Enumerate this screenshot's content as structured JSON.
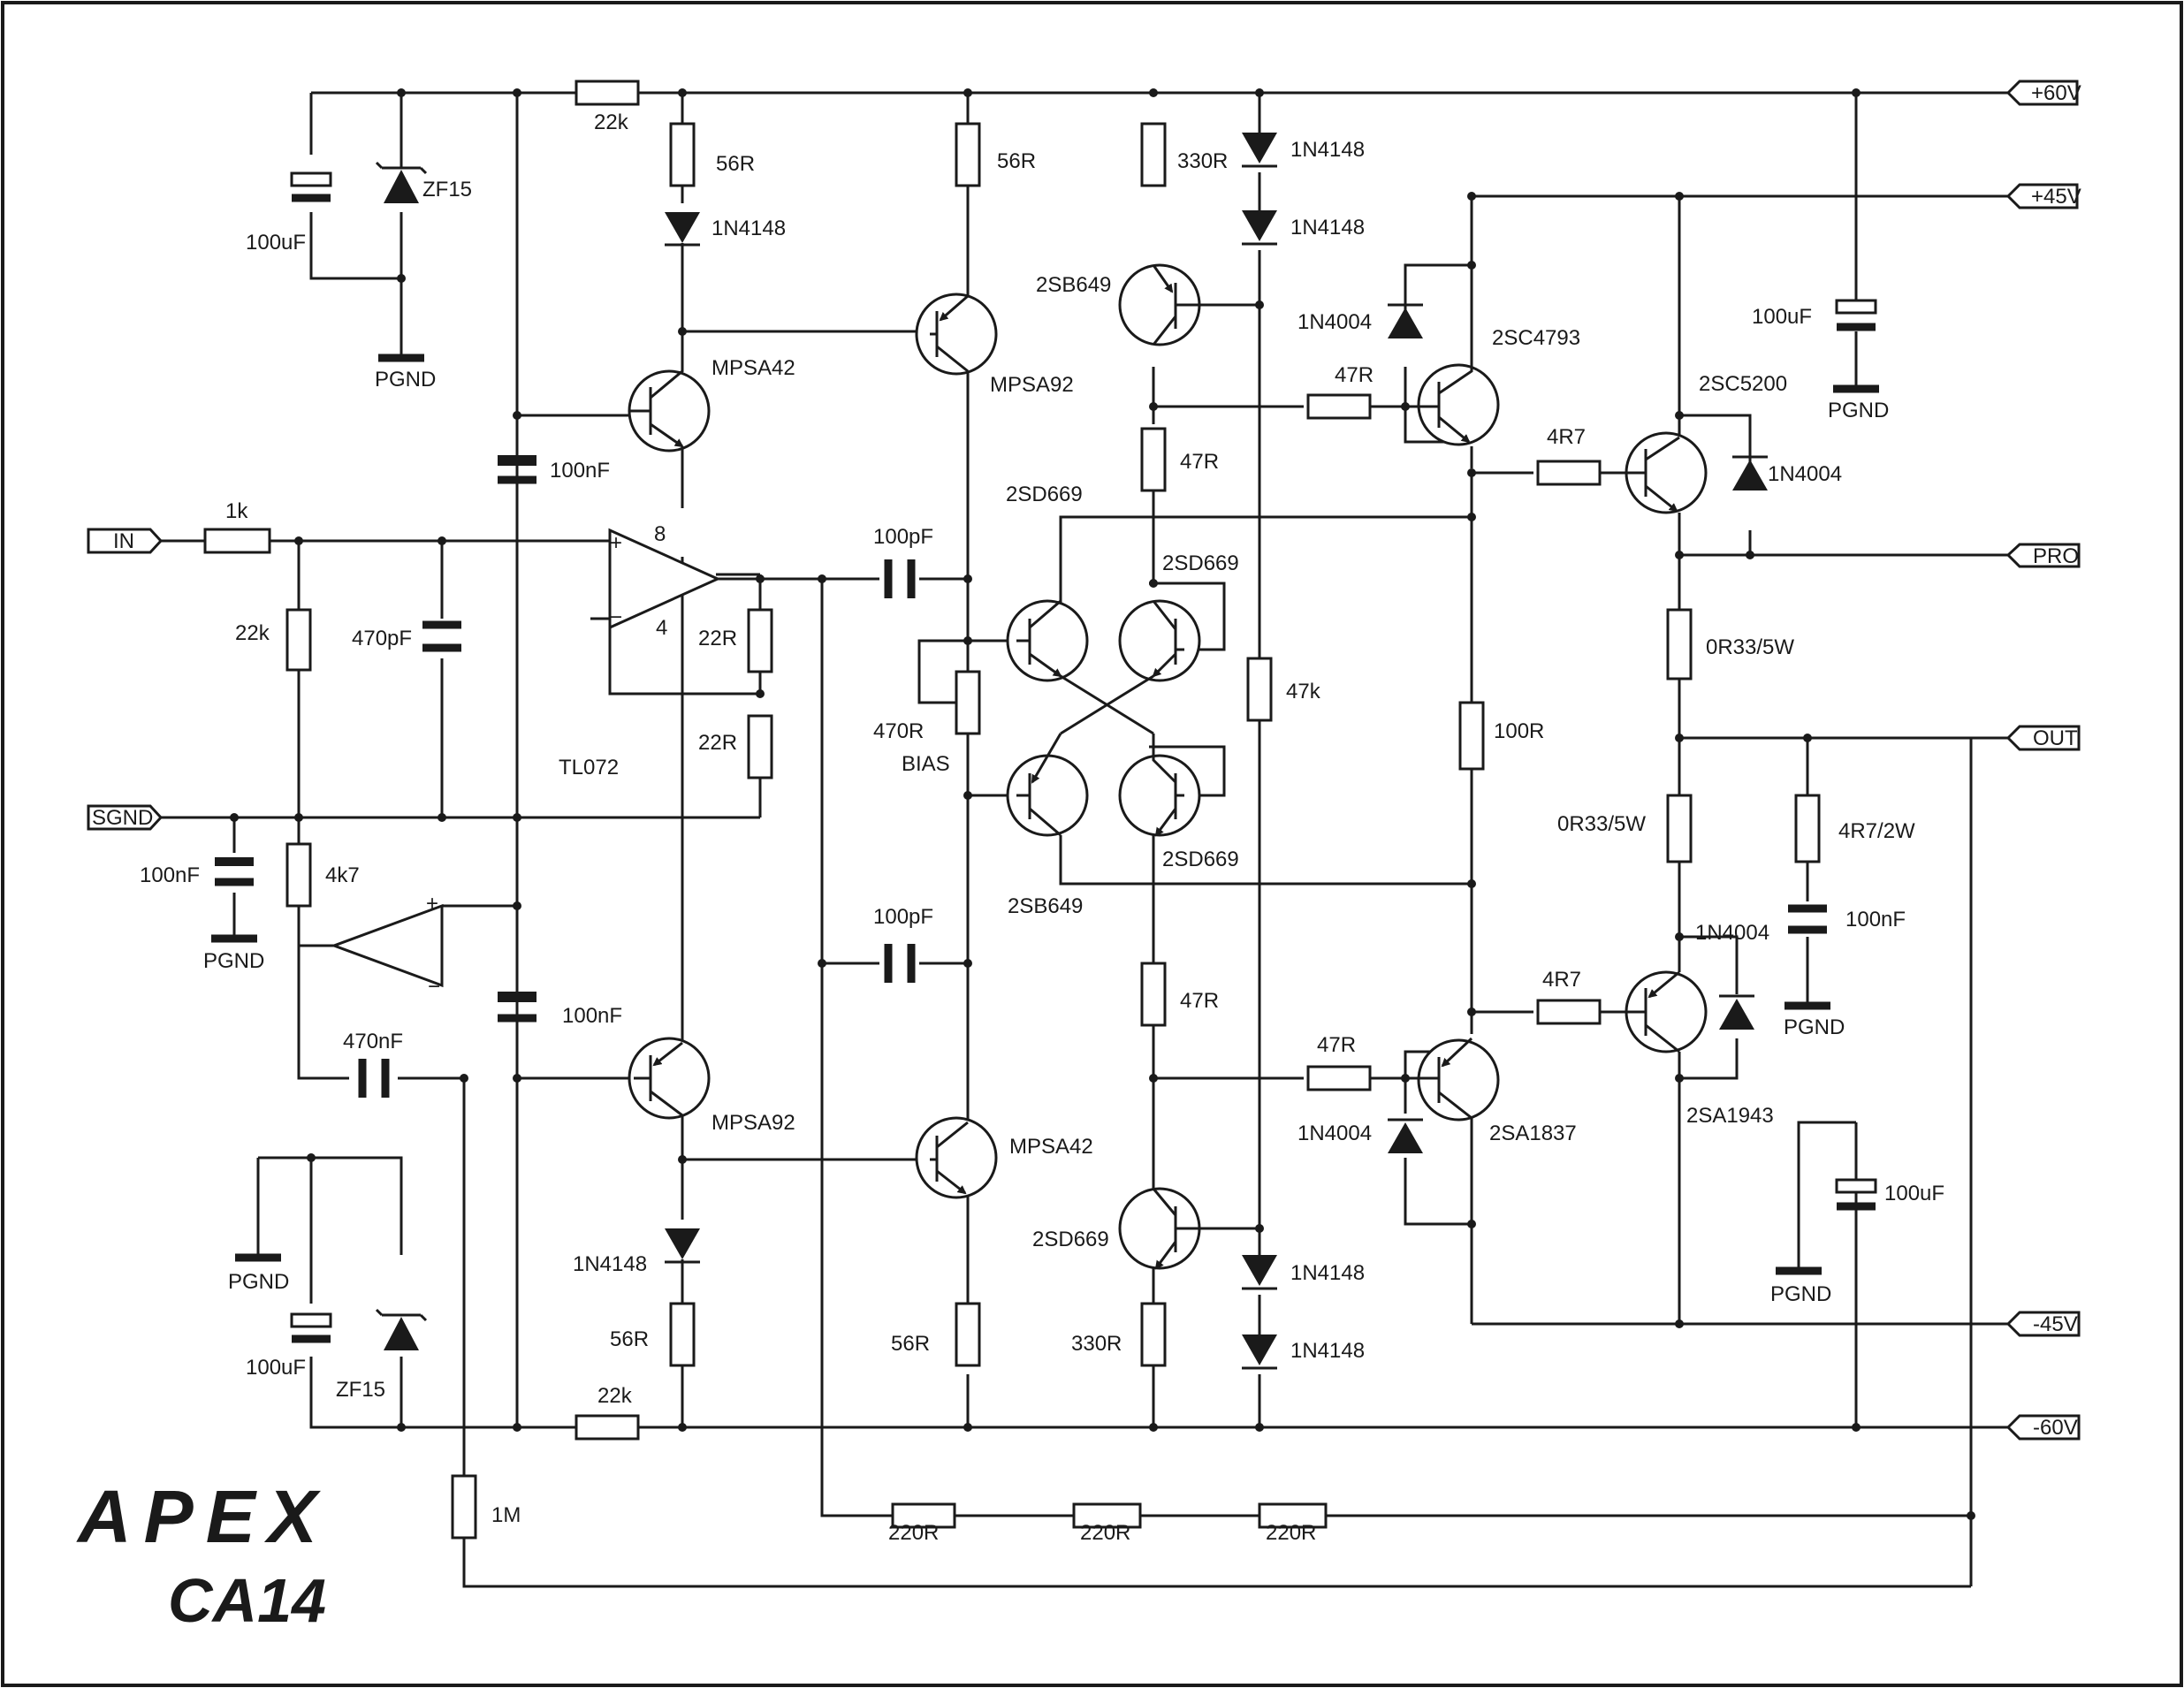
{
  "brand": "APEX",
  "model": "CA14",
  "ports": {
    "p60": "+60V",
    "p45": "+45V",
    "pro": "PRO",
    "out": "OUT",
    "n45": "-45V",
    "n60": "-60V",
    "in": "IN",
    "sgnd": "SGND"
  },
  "labels": {
    "r22k_top": "22k",
    "r56_a": "56R",
    "d1n4148_a": "1N4148",
    "q_mpsa42_a": "MPSA42",
    "r56_b": "56R",
    "q_mpsa92_a": "MPSA92",
    "r330_top": "330R",
    "d1n4148_b": "1N4148",
    "d1n4148_c": "1N4148",
    "q_2sb649_top": "2SB649",
    "d1n4004_a": "1N4004",
    "q_2sc4793": "2SC4793",
    "r47_a": "47R",
    "r47_b": "47R",
    "c100u_top": "100uF",
    "zf15_top": "ZF15",
    "pgnd_a": "PGND",
    "c100n_a": "100nF",
    "c100u_right": "100uF",
    "pgnd_b": "PGND",
    "q_2sc5200": "2SC5200",
    "r4r7_a": "4R7",
    "d1n4004_b": "1N4004",
    "r1k": "1k",
    "r22k_in": "22k",
    "c470p": "470pF",
    "pin8": "8",
    "pin4": "4",
    "minus": "−",
    "plus": "+",
    "r22_a": "22R",
    "r22_b": "22R",
    "u_tl072": "TL072",
    "c100p_a": "100pF",
    "q_2sd669_a": "2SD669",
    "q_2sd669_b": "2SD669",
    "r470": "470R",
    "bias": "BIAS",
    "r47k": "47k",
    "r100": "100R",
    "r033_a": "0R33/5W",
    "r033_b": "0R33/5W",
    "r4r7_2w": "4R7/2W",
    "c100n_zobel": "100nF",
    "pgnd_c": "PGND",
    "q_2sd669_c": "2SD669",
    "q_2sb649_b": "2SB649",
    "c100n_sg": "100nF",
    "pgnd_d": "PGND",
    "r4k7": "4k7",
    "c100p_b": "100pF",
    "c100n_b": "100nF",
    "r47_c": "47R",
    "c470n": "470nF",
    "q_mpsa92_b": "MPSA92",
    "q_mpsa42_b": "MPSA42",
    "r47_d": "47R",
    "r4r7_b": "4R7",
    "d1n4004_c": "1N4004",
    "d1n4004_d": "1N4004",
    "q_2sa1837": "2SA1837",
    "q_2sa1943": "2SA1943",
    "q_2sd669_d": "2SD669",
    "d1n4148_d": "1N4148",
    "d1n4148_e": "1N4148",
    "d1n4148_f": "1N4148",
    "pgnd_e": "PGND",
    "c100u_bot": "100uF",
    "zf15_bot": "ZF15",
    "r56_c": "56R",
    "r56_d": "56R",
    "r330_bot": "330R",
    "r22k_bot": "22k",
    "c100u_br": "100uF",
    "pgnd_f": "PGND",
    "r1m": "1M",
    "r220_a": "220R",
    "r220_b": "220R",
    "r220_c": "220R"
  }
}
